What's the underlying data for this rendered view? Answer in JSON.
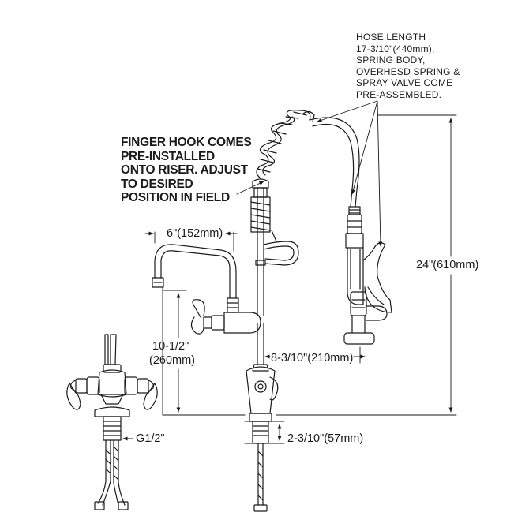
{
  "hose_note": {
    "lines": [
      "HOSE LENGTH :",
      "17-3/10\"(440mm),",
      "SPRING BODY,",
      "OVERHESD SPRING &",
      "SPRAY VALVE COME",
      "PRE-ASSEMBLED."
    ]
  },
  "finger_hook_note": {
    "lines": [
      "FINGER HOOK COMES",
      "PRE-INSTALLED",
      "ONTO RISER. ADJUST",
      "TO DESIRED",
      "POSITION IN FIELD"
    ]
  },
  "dimensions": {
    "spout_reach": "6\"(152mm)",
    "overall_height": "24\"(610mm)",
    "spout_height_imperial": "10-1/2\"",
    "spout_height_metric": "(260mm)",
    "riser_to_valve": "8-3/10\"(210mm)",
    "thread_size": "G1/2\"",
    "shank_length": "2-3/10\"(57mm)"
  },
  "colors": {
    "line": "#1a1a1a",
    "background": "#ffffff"
  }
}
